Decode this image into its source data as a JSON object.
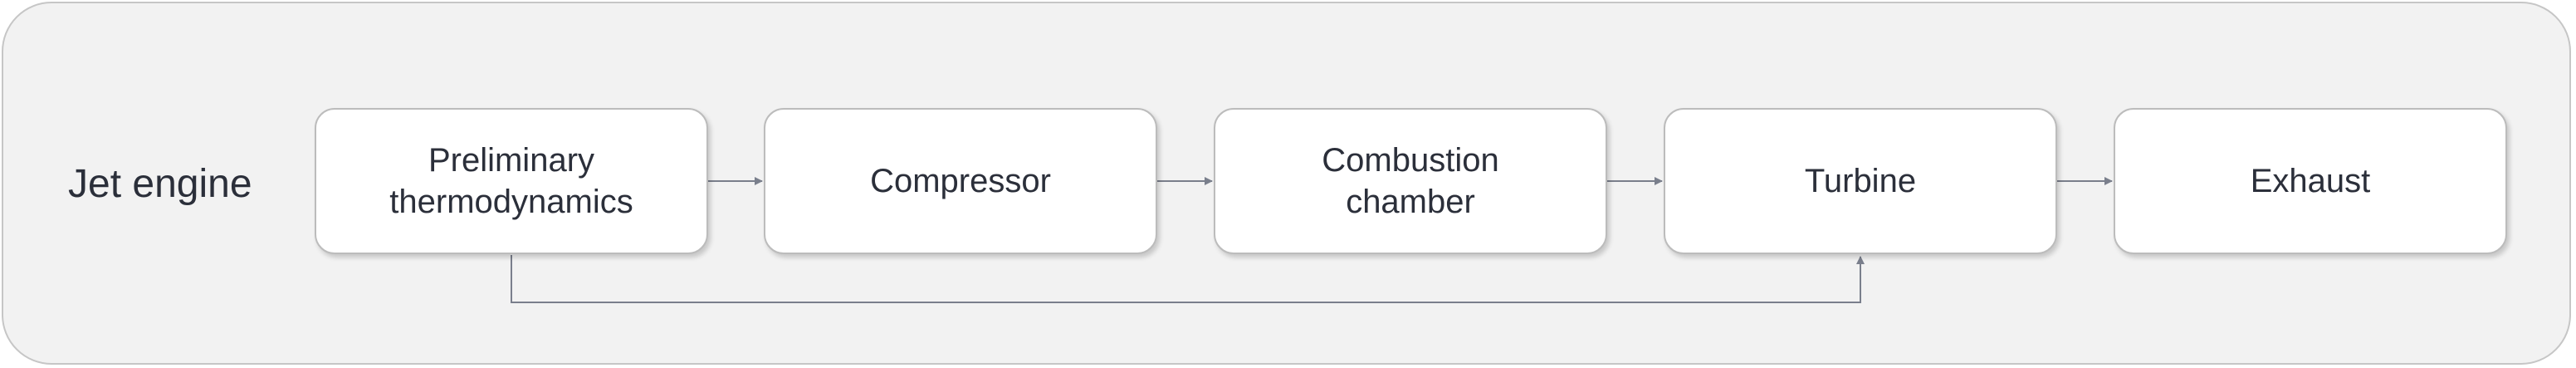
{
  "diagram": {
    "section_label": "Jet engine",
    "nodes": [
      {
        "id": "n1",
        "label": "Preliminary\nthermodynamics"
      },
      {
        "id": "n2",
        "label": "Compressor"
      },
      {
        "id": "n3",
        "label": "Combustion\nchamber"
      },
      {
        "id": "n4",
        "label": "Turbine"
      },
      {
        "id": "n5",
        "label": "Exhaust"
      }
    ],
    "edges": [
      {
        "from": "n1",
        "to": "n2"
      },
      {
        "from": "n2",
        "to": "n3"
      },
      {
        "from": "n3",
        "to": "n4"
      },
      {
        "from": "n4",
        "to": "n5"
      },
      {
        "from": "n1",
        "to": "n4"
      }
    ]
  },
  "colors": {
    "panel_background": "#f2f2f2",
    "node_background": "#ffffff",
    "text": "#2b2f3a",
    "connector": "#7a7f8c"
  }
}
